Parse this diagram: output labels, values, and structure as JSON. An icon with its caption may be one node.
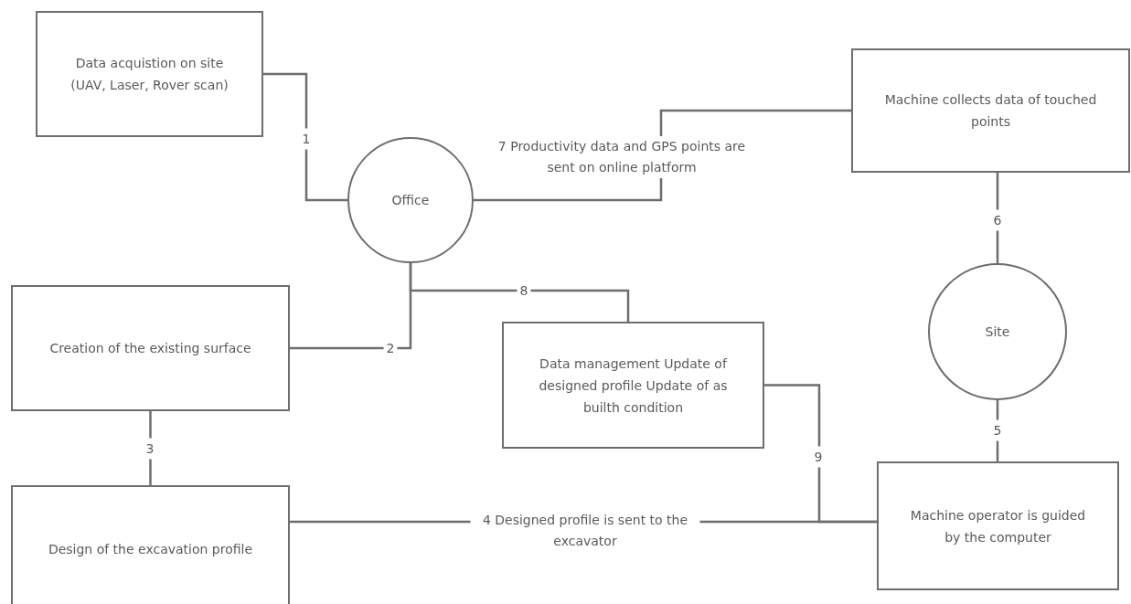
{
  "diagram": {
    "nodes": [
      {
        "text": [
          "Data acquistion on site (UAV, Laser, Rover scan)"
        ]
      },
      {
        "text": [
          "Office"
        ]
      },
      {
        "text": [
          "Machine collects data of touched points"
        ]
      },
      {
        "text": [
          "Creation of the existing surface"
        ]
      },
      {
        "text": [
          "Data management Update of designed profile Update of as builth condition"
        ]
      },
      {
        "text": [
          "Site"
        ]
      },
      {
        "text": [
          "Design of the excavation profile"
        ]
      },
      {
        "text": [
          "Machine operator is guided by the computer"
        ]
      }
    ],
    "edges": [
      {
        "from": 0,
        "to": 1,
        "arrow": "none",
        "label": "1"
      },
      {
        "from": 3,
        "to": 1,
        "arrow": "none",
        "label": "2"
      },
      {
        "from": 3,
        "to": 6,
        "arrow": "none",
        "label": "3"
      },
      {
        "from": 6,
        "to": 7,
        "arrow": "none",
        "label": "4 Designed profile is sent to the excavator"
      },
      {
        "from": 5,
        "to": 7,
        "arrow": "none",
        "label": "5"
      },
      {
        "from": 2,
        "to": 5,
        "arrow": "none",
        "label": "6"
      },
      {
        "from": 2,
        "to": 1,
        "arrow": "none",
        "label": "7 Productivity data and GPS points are sent on online platform"
      },
      {
        "from": 1,
        "to": 4,
        "arrow": "none",
        "label": "8"
      },
      {
        "from": 4,
        "to": 7,
        "arrow": "none",
        "label": "9"
      }
    ]
  }
}
